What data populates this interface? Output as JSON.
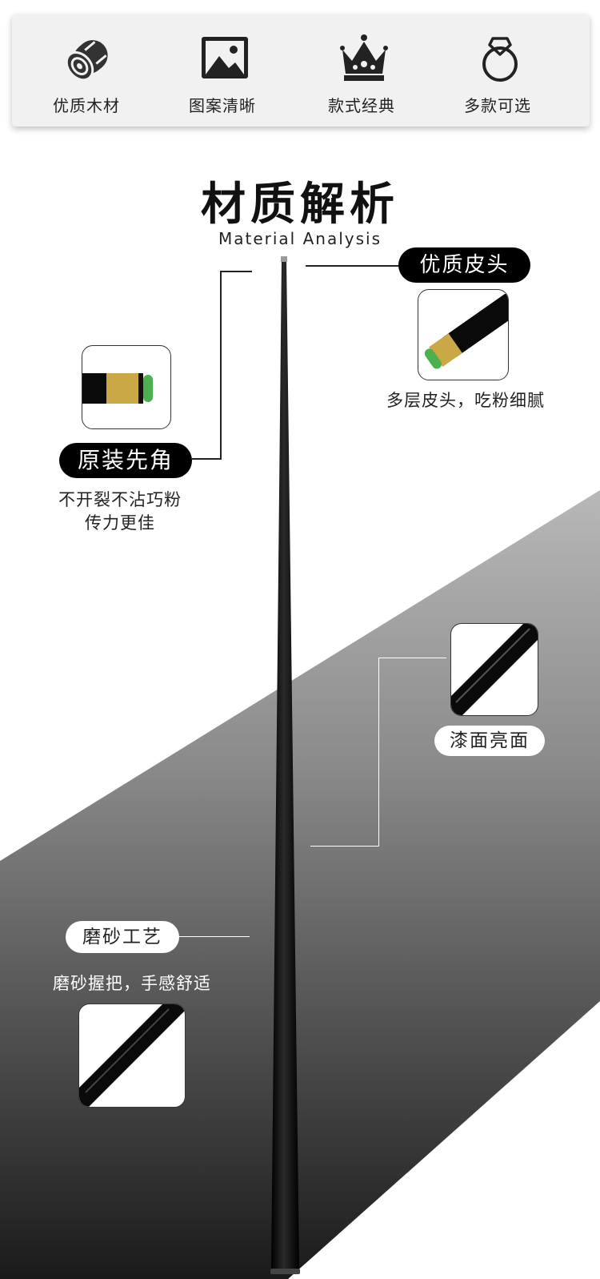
{
  "features": [
    {
      "label": "优质木材",
      "icon": "wood-log-icon"
    },
    {
      "label": "图案清晰",
      "icon": "picture-icon"
    },
    {
      "label": "款式经典",
      "icon": "crown-icon"
    },
    {
      "label": "多款可选",
      "icon": "ring-icon"
    }
  ],
  "section": {
    "title": "材质解析",
    "subtitle": "Material  Analysis"
  },
  "callouts": {
    "tip": {
      "label": "优质皮头",
      "desc": "多层皮头，吃粉细腻"
    },
    "ferrule": {
      "label": "原装先角",
      "desc_line1": "不开裂不沾巧粉",
      "desc_line2": "传力更佳"
    },
    "finish": {
      "label": "漆面亮面"
    },
    "grip": {
      "label": "磨砂工艺",
      "desc": "磨砂握把，手感舒适"
    }
  },
  "colors": {
    "ferrule_gold": "#c9a845",
    "tip_green": "#4caf50",
    "cue_black": "#0a0a0a"
  }
}
